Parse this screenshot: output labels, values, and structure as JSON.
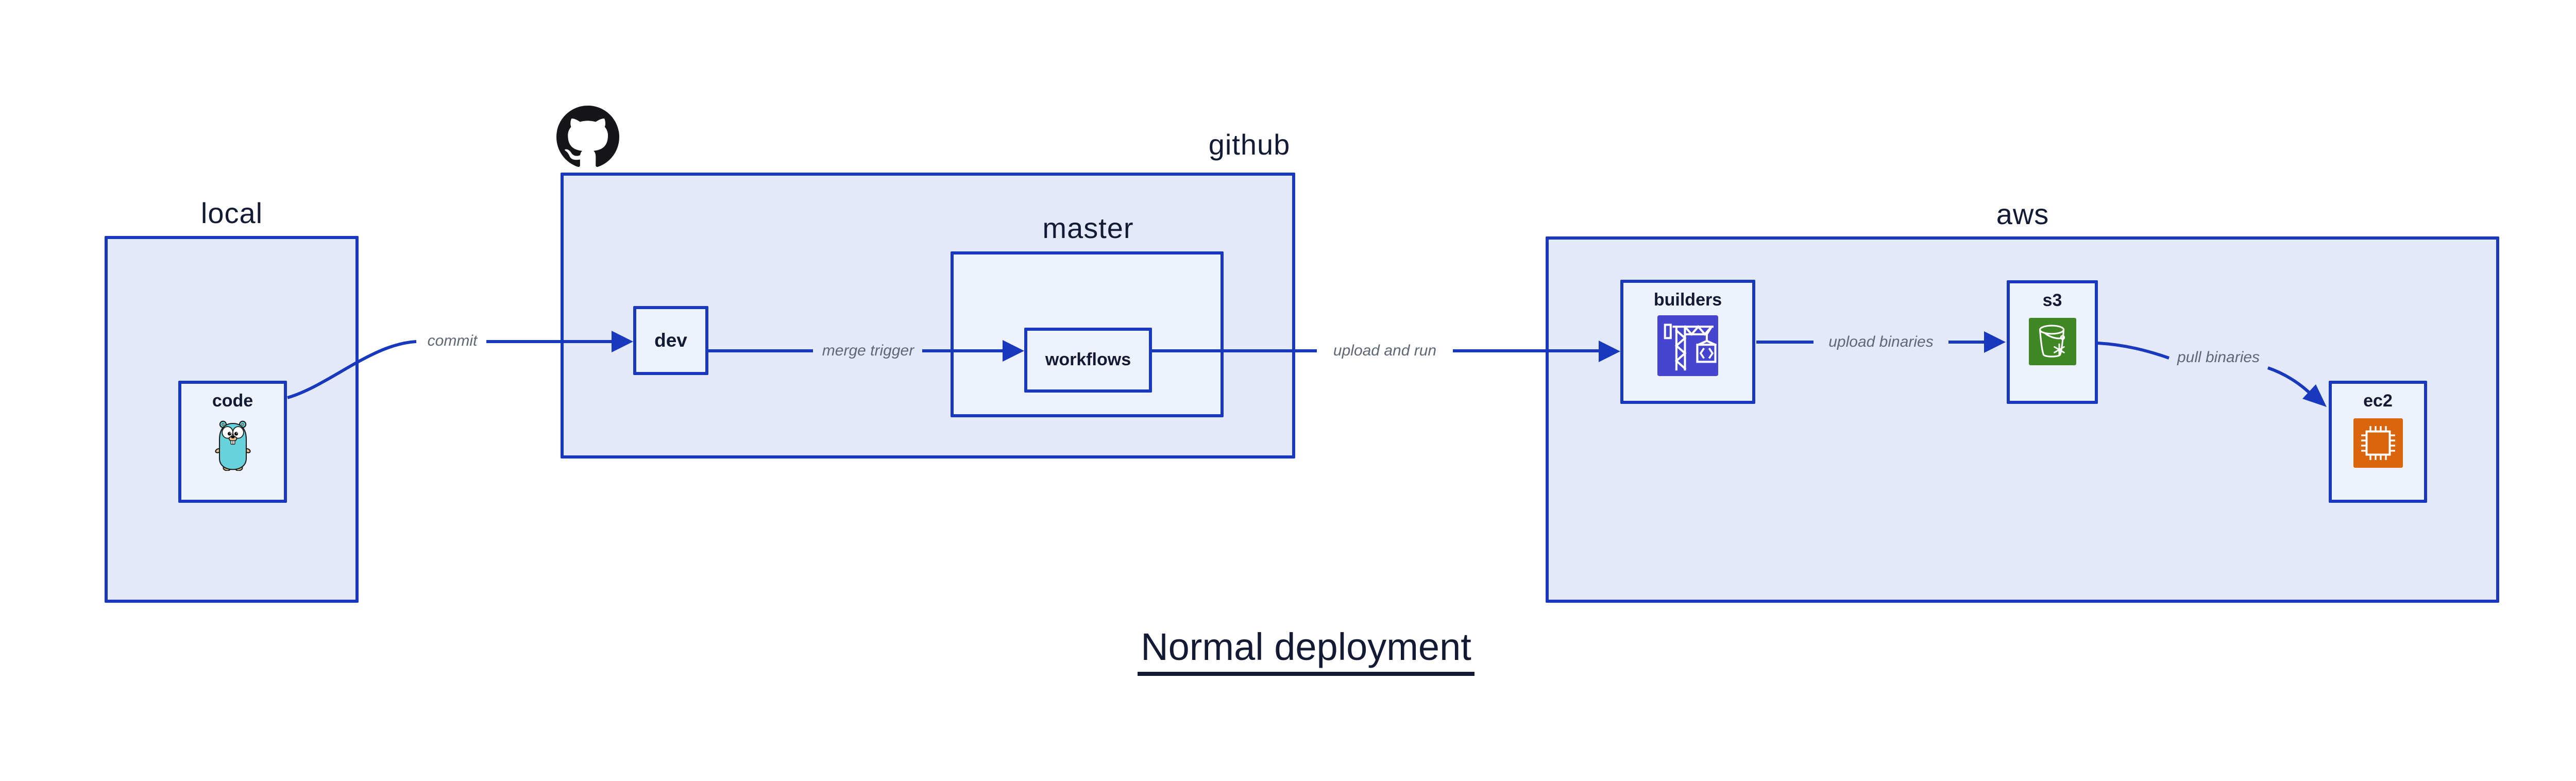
{
  "page": {
    "title": "Normal deployment"
  },
  "groups": {
    "local": {
      "label": "local"
    },
    "github": {
      "label": "github"
    },
    "master": {
      "label": "master"
    },
    "aws": {
      "label": "aws"
    }
  },
  "nodes": {
    "code": {
      "label": "code",
      "icon": "go-gopher-icon"
    },
    "dev": {
      "label": "dev"
    },
    "workflows": {
      "label": "workflows"
    },
    "builders": {
      "label": "builders",
      "icon": "aws-codebuild-crane-icon"
    },
    "s3": {
      "label": "s3",
      "icon": "s3-glacier-bucket-icon"
    },
    "ec2": {
      "label": "ec2",
      "icon": "ec2-chip-icon"
    }
  },
  "edges": {
    "commit": {
      "label": "commit"
    },
    "merge_trigger": {
      "label": "merge trigger"
    },
    "upload_and_run": {
      "label": "upload and run"
    },
    "upload_binaries": {
      "label": "upload binaries"
    },
    "pull_binaries": {
      "label": "pull binaries"
    }
  },
  "icons": {
    "octocat": "github-octocat-icon"
  },
  "colors": {
    "line_blue": "#1839bd",
    "box_fill": "#e4e9fa",
    "inner_fill": "#eef2fc",
    "navy_text": "#131a33",
    "edge_label_gray": "#5f6775",
    "codebuild_purple": "#4545d0",
    "s3_green": "#3f8624",
    "ec2_orange": "#d9660d",
    "gopher_teal": "#65d2dc",
    "gopher_tan": "#efc38d",
    "octocat_black": "#15151a",
    "background": "#ffffff"
  }
}
